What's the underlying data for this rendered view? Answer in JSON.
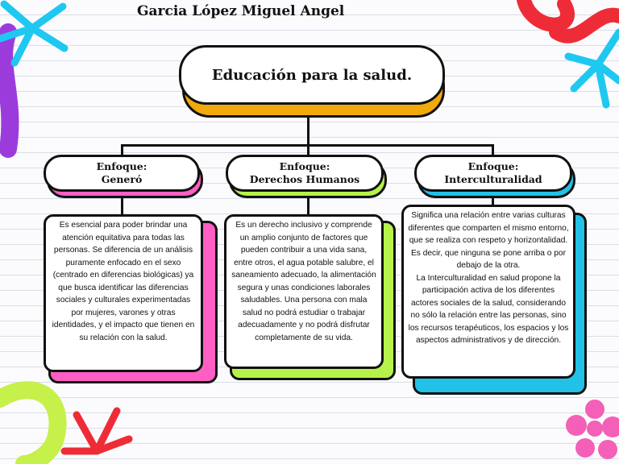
{
  "author": "Garcia López Miguel Angel",
  "title": "Educación para la salud.",
  "colors": {
    "title_shadow": "#f2a90c",
    "pink": "#ff5fc4",
    "green": "#b6f24a",
    "blue": "#21c2e6",
    "deco_purple": "#9b3bdc",
    "deco_red": "#ee2c37",
    "deco_cyan": "#1ec8f0",
    "deco_lime": "#c6f04a",
    "deco_pink": "#f45fb7"
  },
  "branches": [
    {
      "heading_line1": "Enfoque:",
      "heading_line2": "Generó",
      "paragraphs": [
        "Es esencial para poder brindar una atención equitativa para todas las personas. Se diferencia de un análisis puramente enfocado en el sexo (centrado en diferencias biológicas) ya que busca identificar las diferencias sociales y culturales experimentadas por mujeres, varones y otras identidades, y el impacto que tienen en su relación con la salud."
      ]
    },
    {
      "heading_line1": "Enfoque:",
      "heading_line2": "Derechos Humanos",
      "paragraphs": [
        "Es un derecho inclusivo y comprende un amplio conjunto de factores que pueden contribuir a una vida sana, entre otros, el agua potable salubre, el saneamiento adecuado, la alimentación segura y unas condiciones laborales saludables. Una persona con mala salud no podrá estudiar o trabajar adecuadamente y no podrá disfrutar completamente de su vida."
      ]
    },
    {
      "heading_line1": "Enfoque:",
      "heading_line2": "Interculturalidad",
      "paragraphs": [
        "Significa una relación entre varias culturas diferentes que comparten el mismo entorno, que se realiza con respeto y horizontalidad. Es decir, que ninguna se pone arriba o por debajo de la otra.",
        "La Interculturalidad en salud propone la participación activa de los diferentes actores sociales de la salud, considerando no sólo la relación entre las personas, sino los recursos terapéuticos, los espacios y los aspectos administrativos y de dirección."
      ]
    }
  ]
}
